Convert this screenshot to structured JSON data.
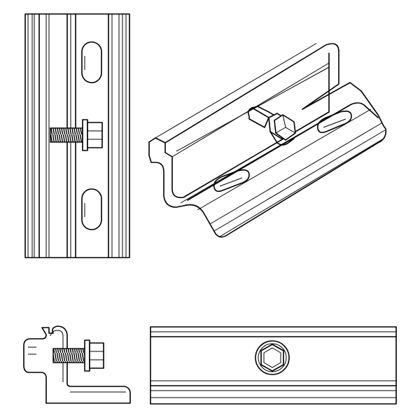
{
  "drawing": {
    "views": [
      {
        "id": "side-view",
        "kind": "elevation"
      },
      {
        "id": "isometric-view",
        "kind": "isometric"
      },
      {
        "id": "end-profile-view",
        "kind": "profile"
      },
      {
        "id": "top-view",
        "kind": "plan"
      }
    ],
    "line_color": "#000000",
    "background": "#ffffff",
    "shade_color": "#d9d9d9"
  }
}
